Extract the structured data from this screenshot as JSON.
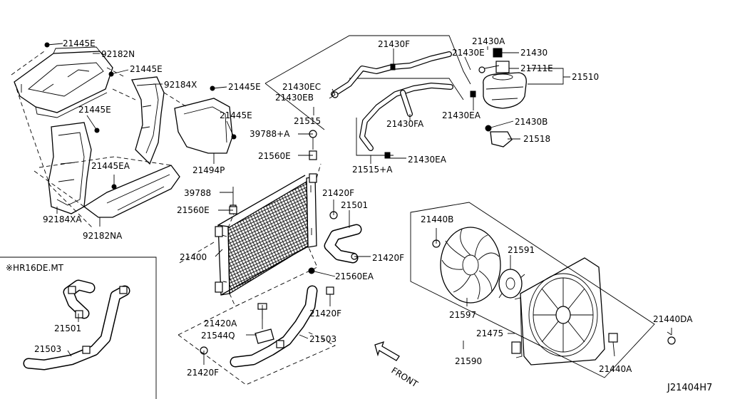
{
  "diagram": {
    "code": "J21404H7",
    "front_label": "FRONT",
    "inset_title": "※HR16DE.MT",
    "labels": {
      "p21445e_1": "21445E",
      "p92182n": "92182N",
      "p21445e_2": "21445E",
      "p92184x": "92184X",
      "p21445e_3": "21445E",
      "p21445e_4": "21445E",
      "p21445e_5": "21445E",
      "p21494p": "21494P",
      "p21445ea": "21445EA",
      "p92184xa": "92184XA",
      "p92182na": "92182NA",
      "p21430f": "21430F",
      "p21430a": "21430A",
      "p21430e": "21430E",
      "p21430": "21430",
      "p21711e": "21711E",
      "p21510": "21510",
      "p21430ec": "21430EC",
      "p21430eb": "21430EB",
      "p21515": "21515",
      "p21430fa": "21430FA",
      "p21430ea_1": "21430EA",
      "p21430b": "21430B",
      "p21518": "21518",
      "p39788a": "39788+A",
      "p21560e_1": "21560E",
      "p21515a": "21515+A",
      "p21430ea_2": "21430EA",
      "p39788": "39788",
      "p21420f_1": "21420F",
      "p21501_1": "21501",
      "p21560e_2": "21560E",
      "p21400": "21400",
      "p21420f_2": "21420F",
      "p21560ea": "21560EA",
      "p21440b": "21440B",
      "p21591": "21591",
      "p21597": "21597",
      "p21475": "21475",
      "p21440da": "21440DA",
      "p21590": "21590",
      "p21440a": "21440A",
      "p21420a": "21420A",
      "p21544q": "21544Q",
      "p21420f_3": "21420F",
      "p21503_1": "21503",
      "p21420f_4": "21420F",
      "p21501_2": "21501",
      "p21503_2": "21503"
    }
  }
}
